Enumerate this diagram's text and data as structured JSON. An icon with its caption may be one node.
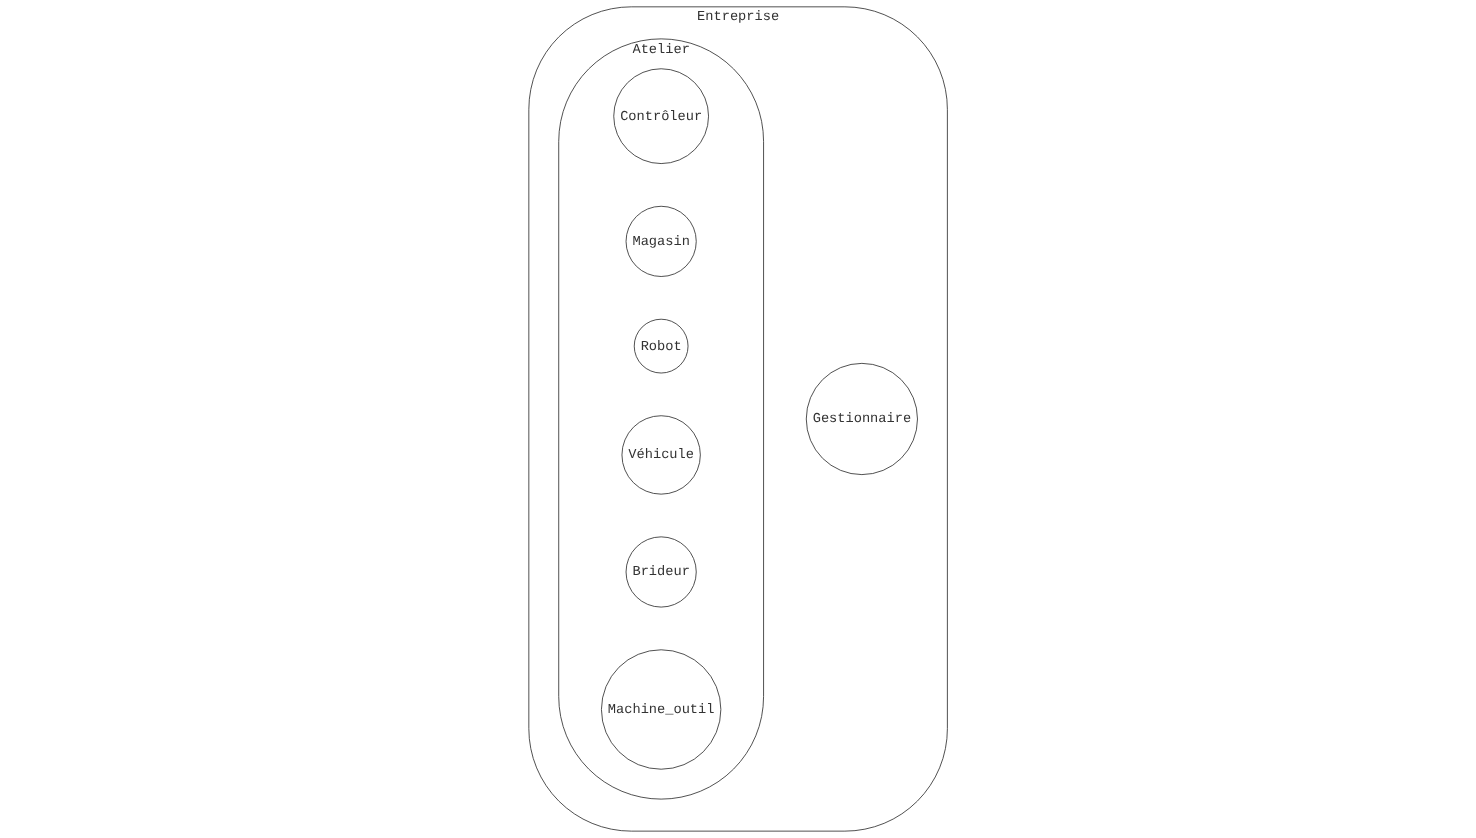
{
  "diagram": {
    "nodes": [
      {
        "text": [
          "Entreprise"
        ]
      },
      {
        "text": [
          "Atelier"
        ],
        "in": 0
      },
      {
        "text": [
          "Contrôleur"
        ],
        "in": 1
      },
      {
        "text": [
          "Gestionnaire"
        ],
        "in": 0
      },
      {
        "text": [
          "Magasin"
        ],
        "in": 1
      },
      {
        "text": [
          "Robot"
        ],
        "in": 1
      },
      {
        "text": [
          "Véhicule"
        ],
        "in": 1
      },
      {
        "text": [
          "Brideur"
        ],
        "in": 1
      },
      {
        "text": [
          "Machine_outil"
        ],
        "in": 1
      }
    ],
    "edges": []
  }
}
